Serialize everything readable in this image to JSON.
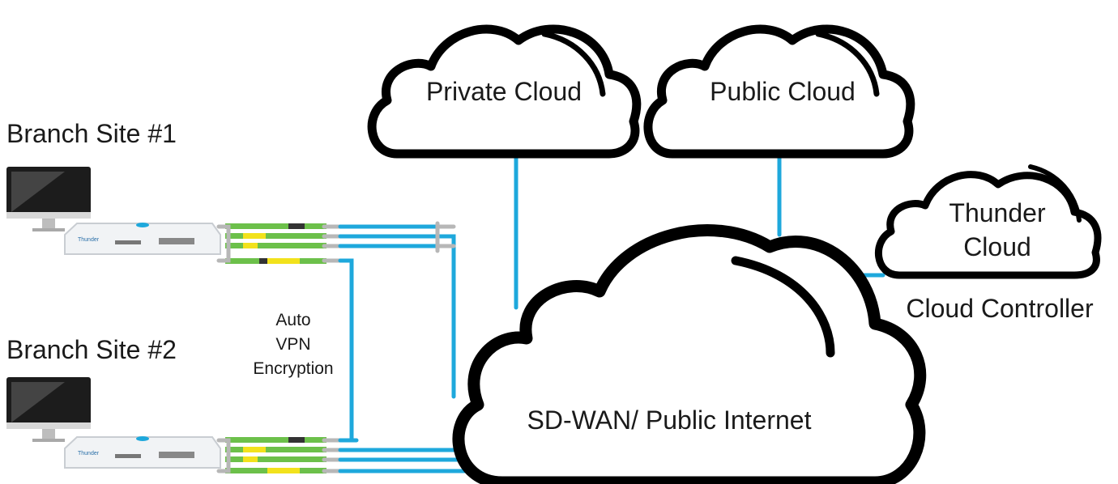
{
  "branches": [
    {
      "label": "Branch Site #1",
      "device_brand": "Thunder"
    },
    {
      "label": "Branch Site #2",
      "device_brand": "Thunder"
    }
  ],
  "clouds": {
    "private": "Private Cloud",
    "public": "Public Cloud",
    "thunder_line1": "Thunder",
    "thunder_line2": "Cloud",
    "sdwan": "SD-WAN/ Public Internet"
  },
  "cloud_controller": "Cloud Controller",
  "vpn_label": {
    "line1": "Auto",
    "line2": "VPN",
    "line3": "Encryption"
  },
  "colors": {
    "link": "#1ea8dc",
    "cable_gray": "#b7b7b7",
    "cable_green": "#6cc04a",
    "cable_yellow": "#f2e21c",
    "cloud_outline": "#000000"
  }
}
